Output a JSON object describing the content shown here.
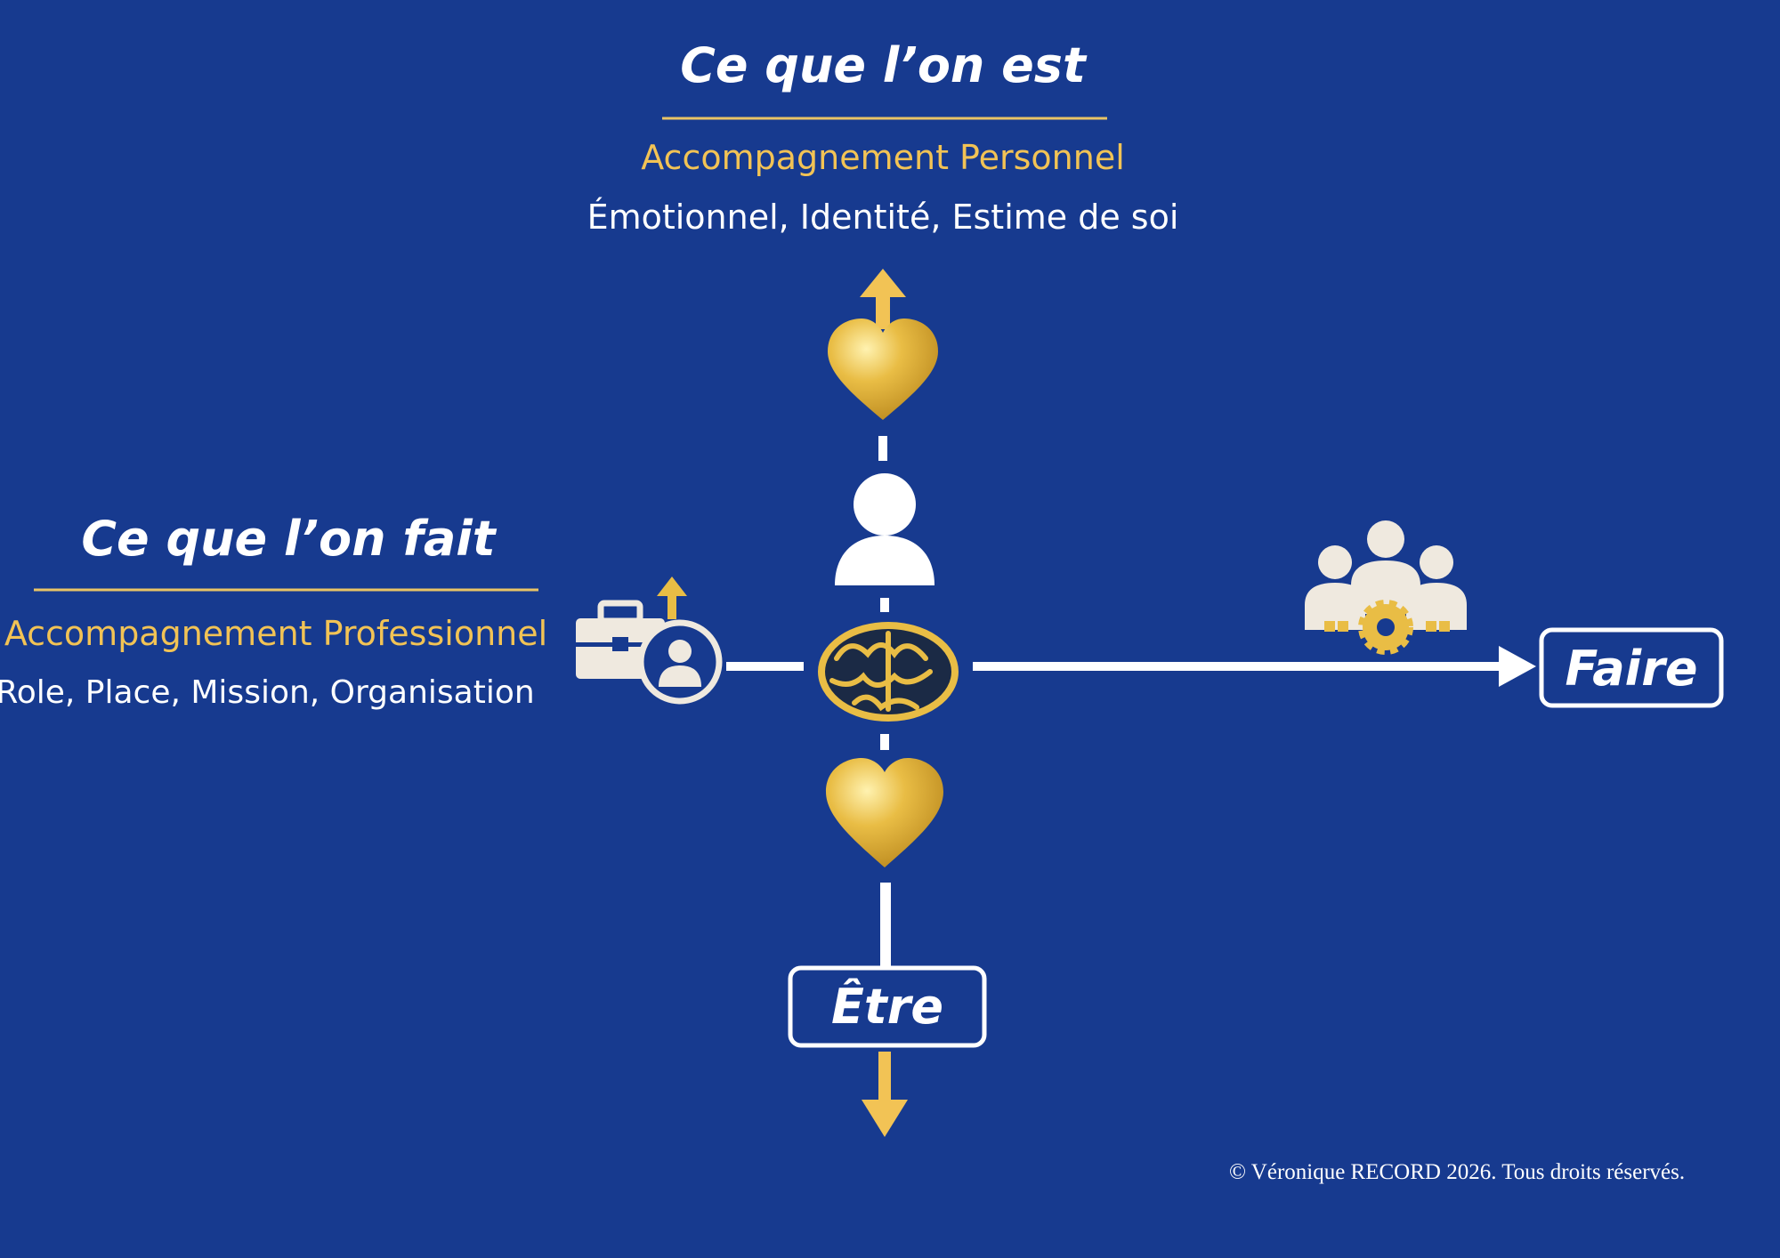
{
  "top": {
    "title": "Ce que l’on est",
    "subtitle": "Accompagnement Personnel",
    "details": "Émotionnel, Identité, Estime de soi"
  },
  "left": {
    "title": "Ce que l’on fait",
    "subtitle": "Accompagnement Professionnel",
    "details": "Role, Place, Mission, Organisation"
  },
  "right_box": "Faire",
  "bottom_box": "Être",
  "copyright": "© Véronique RECORD 2026. Tous droits réservés.",
  "colors": {
    "background": "#173a8f",
    "gold": "#f2c355",
    "white": "#ffffff"
  }
}
